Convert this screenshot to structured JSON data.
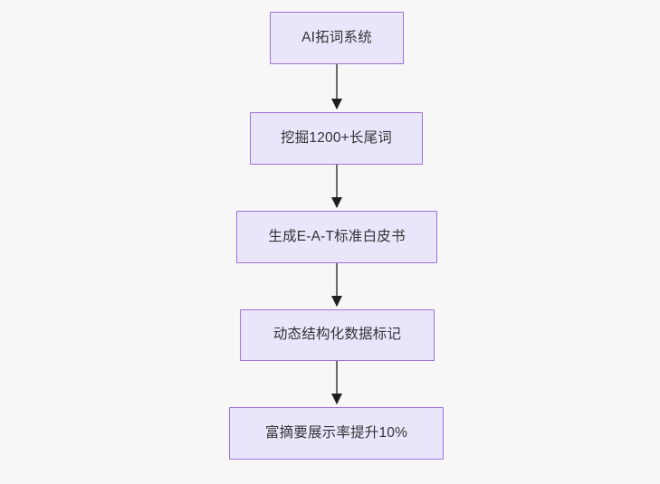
{
  "diagram": {
    "type": "flowchart",
    "orientation": "top-to-bottom",
    "background_color": "#f7f7f8",
    "node_fill_color": "#e9e6fb",
    "node_border_color": "#9c72d4",
    "node_text_color": "#333333",
    "edge_color": "#6b6b6b",
    "arrowhead_color": "#1f1f1f",
    "nodes": [
      {
        "id": "n1",
        "label": "AI拓词系统"
      },
      {
        "id": "n2",
        "label": "挖掘1200+长尾词"
      },
      {
        "id": "n3",
        "label": "生成E-A-T标准白皮书"
      },
      {
        "id": "n4",
        "label": "动态结构化数据标记"
      },
      {
        "id": "n5",
        "label": "富摘要展示率提升10%"
      }
    ],
    "edges": [
      {
        "from": "n1",
        "to": "n2",
        "label": ""
      },
      {
        "from": "n2",
        "to": "n3",
        "label": ""
      },
      {
        "from": "n3",
        "to": "n4",
        "label": ""
      },
      {
        "from": "n4",
        "to": "n5",
        "label": ""
      }
    ]
  }
}
